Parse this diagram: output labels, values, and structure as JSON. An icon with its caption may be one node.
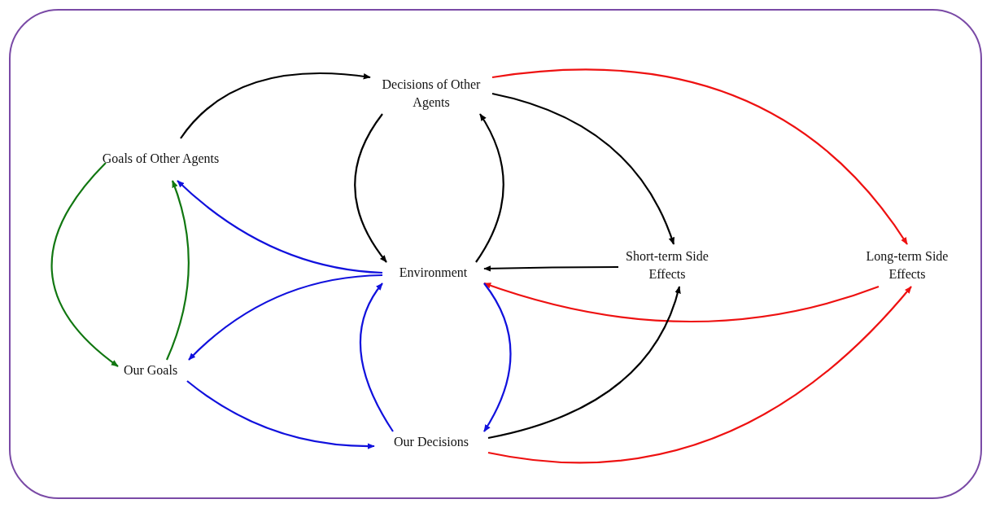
{
  "diagram": {
    "nodes": [
      {
        "text": [
          "Goals of Other Agents"
        ]
      },
      {
        "text": [
          "Decisions of Other Agents"
        ]
      },
      {
        "text": [
          "Environment"
        ]
      },
      {
        "text": [
          "Short-term Side Effects"
        ]
      },
      {
        "text": [
          "Long-term Side Effects"
        ]
      },
      {
        "text": [
          "Our Goals"
        ]
      },
      {
        "text": [
          "Our Decisions"
        ]
      }
    ],
    "edges": [
      {
        "from": 0,
        "to": 1,
        "arrow": "to"
      },
      {
        "from": 1,
        "to": 2,
        "arrow": "to"
      },
      {
        "from": 2,
        "to": 1,
        "arrow": "to"
      },
      {
        "from": 1,
        "to": 3,
        "arrow": "to"
      },
      {
        "from": 1,
        "to": 4,
        "arrow": "to",
        "color": "#ee1111"
      },
      {
        "from": 0,
        "to": 5,
        "arrow": "to",
        "color": "#117711"
      },
      {
        "from": 5,
        "to": 0,
        "arrow": "to",
        "color": "#117711"
      },
      {
        "from": 2,
        "to": 0,
        "arrow": "to",
        "color": "#1111dd"
      },
      {
        "from": 2,
        "to": 5,
        "arrow": "to",
        "color": "#1111dd"
      },
      {
        "from": 3,
        "to": 2,
        "arrow": "to"
      },
      {
        "from": 4,
        "to": 2,
        "arrow": "to",
        "color": "#ee1111"
      },
      {
        "from": 2,
        "to": 6,
        "arrow": "to",
        "color": "#1111dd"
      },
      {
        "from": 6,
        "to": 2,
        "arrow": "to",
        "color": "#1111dd"
      },
      {
        "from": 5,
        "to": 6,
        "arrow": "to",
        "color": "#1111dd"
      },
      {
        "from": 6,
        "to": 3,
        "arrow": "to"
      },
      {
        "from": 6,
        "to": 4,
        "arrow": "to",
        "color": "#ee1111"
      }
    ]
  }
}
